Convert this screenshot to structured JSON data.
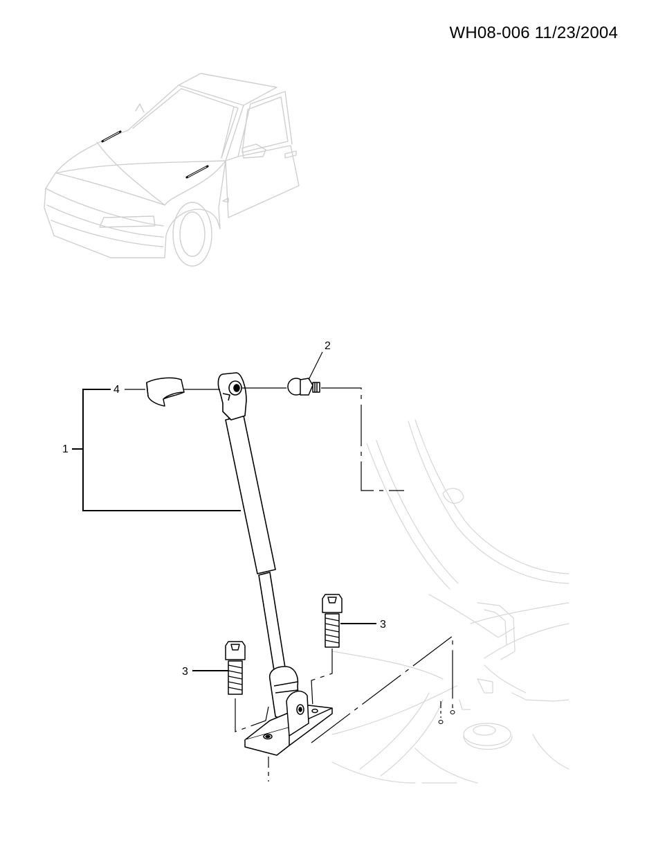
{
  "header": {
    "diagram_id": "WH08-006 11/23/2004"
  },
  "callouts": {
    "c1": "1",
    "c2": "2",
    "c3a": "3",
    "c3b": "3",
    "c4": "4"
  },
  "colors": {
    "ghost_line": "#cfcfcf",
    "ink": "#000000"
  }
}
